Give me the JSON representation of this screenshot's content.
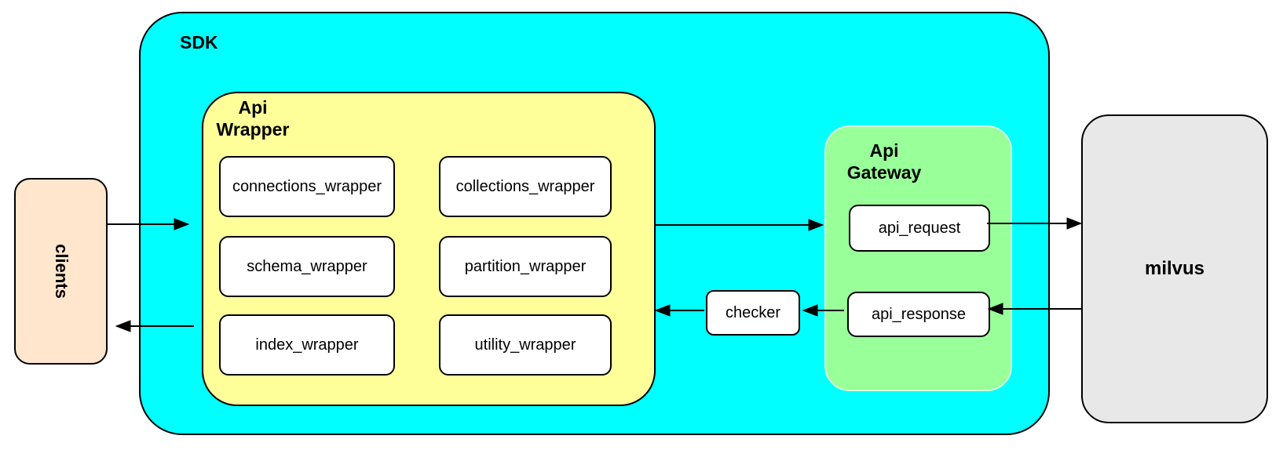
{
  "diagram": {
    "clients": {
      "label": "clients",
      "fill": "#FFE6CC"
    },
    "sdk": {
      "label": "SDK",
      "fill": "#00FFFF"
    },
    "api_wrapper": {
      "label": "Api\nWrapper",
      "fill": "#FFFF99",
      "modules": [
        "connections_wrapper",
        "collections_wrapper",
        "schema_wrapper",
        "partition_wrapper",
        "index_wrapper",
        "utility_wrapper"
      ]
    },
    "checker": {
      "label": "checker",
      "fill": "#FFFFFF"
    },
    "api_gateway": {
      "label": "Api\nGateway",
      "fill": "#99FF99",
      "request_label": "api_request",
      "response_label": "api_response"
    },
    "milvus": {
      "label": "milvus",
      "fill": "#E8E8E8"
    },
    "connections": [
      {
        "from": "clients",
        "to": "sdk"
      },
      {
        "from": "sdk",
        "to": "clients"
      },
      {
        "from": "api_wrapper",
        "to": "api_gateway"
      },
      {
        "from": "api_request",
        "to": "milvus"
      },
      {
        "from": "milvus",
        "to": "api_response"
      },
      {
        "from": "api_response",
        "to": "checker"
      },
      {
        "from": "checker",
        "to": "api_wrapper"
      }
    ]
  }
}
